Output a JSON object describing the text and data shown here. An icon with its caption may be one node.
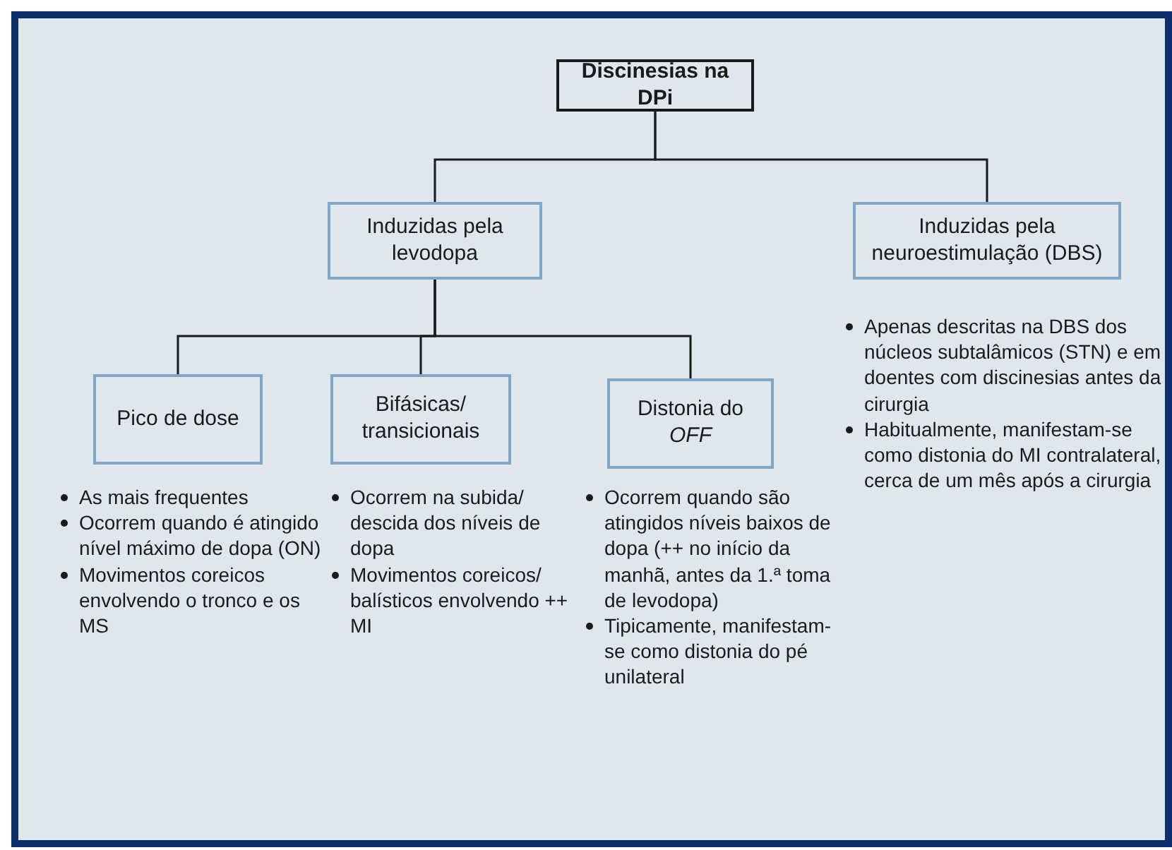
{
  "diagram": {
    "nodes": [
      {
        "text": [
          "Discinesias na DPi"
        ]
      },
      {
        "text": [
          "Induzidas pela levodopa"
        ]
      },
      {
        "text": [
          "Induzidas pela neuroestimulação (DBS)"
        ],
        "beside": [
          "Apenas descritas na DBS dos núcleos subtalâmicos (STN) e em doentes com discinesias antes da cirurgia",
          "Habitualmente, manifestam-se como distonia do MI contralateral, cerca de um mês após a cirurgia"
        ]
      },
      {
        "text": [
          "Pico de dose"
        ],
        "beside": [
          "As mais frequentes",
          "Ocorrem quando é atingido nível máximo de dopa (ON)",
          "Movimentos coreicos envolvendo o tronco e os MS"
        ]
      },
      {
        "text": [
          "Bifásicas/ transicionais"
        ],
        "beside": [
          "Ocorrem na subida/ descida dos níveis de dopa",
          "Movimentos coreicos/ balísticos envolvendo ++ MI"
        ]
      },
      {
        "text": [
          "Distonia do *OFF*"
        ],
        "beside": [
          "Ocorrem quando são atingidos níveis baixos de dopa (++ no início da manhã, antes da 1.ª toma de levodopa)",
          "Tipicamente, manifestam-se como distonia do pé unilateral"
        ]
      }
    ],
    "edges": [
      {
        "from": 0,
        "to": 1,
        "arrow": "none"
      },
      {
        "from": 0,
        "to": 2,
        "arrow": "none"
      },
      {
        "from": 1,
        "to": 3,
        "arrow": "none"
      },
      {
        "from": 1,
        "to": 4,
        "arrow": "none"
      },
      {
        "from": 1,
        "to": 5,
        "arrow": "none"
      }
    ]
  }
}
